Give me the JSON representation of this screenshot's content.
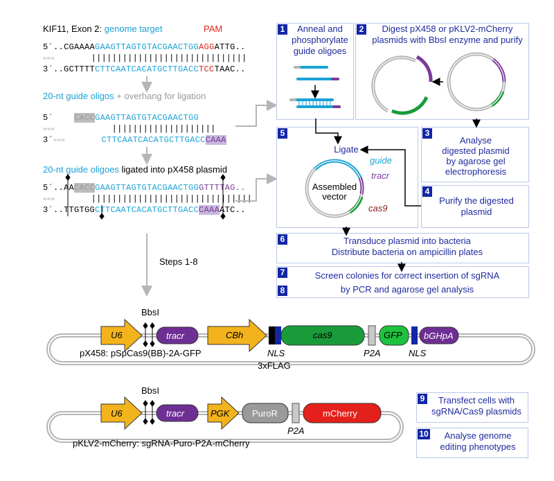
{
  "figure": {
    "gene_label": "KIF11, Exon 2:",
    "genome_target_label": "genome target",
    "pam_label": "PAM",
    "seq1": {
      "top_prefix": "5´..CGAAAA",
      "top_target": "GAAGTTAGTGTACGAACTGG",
      "top_pam": "AGG",
      "top_suffix": "ATTG..",
      "bars": "||||||||||||||||||||||||||||||",
      "bottom_prefix": "3´..GCTTTT",
      "bottom_target": "CTTCAATCACATGCTTGACC",
      "bottom_pam": "TCC",
      "bottom_suffix": "TAAC.."
    },
    "guide_oligos_label": "20-nt guide oligos",
    "overhang_label": "+ overhang for ligation",
    "seq2": {
      "top_prime": "5´",
      "top_overhang": "CACC",
      "top_target": "GAAGTTAGTGTACGAACTGG",
      "bars": "||||||||||||||||||||",
      "bottom_prime": "3´",
      "bottom_target": "CTTCAATCACATGCTTGACC",
      "bottom_overhang": "CAAA"
    },
    "ligated_label_blue": "20-nt guide oligoes",
    "ligated_label_black": "ligated into pX458 plasmid",
    "seq3": {
      "top_prefix": "5´..AA",
      "top_overhang": "CACC",
      "top_target": "GAAGTTAGTGTACGAACTGG",
      "top_purple": "GTTTTAG..",
      "bars": "|||||||||||||||||||||||||||||||",
      "bottom_prefix": "3´..TTGTGG",
      "bottom_target": "CTTCAATCACATGCTTGACC",
      "bottom_overhang": "CAAA",
      "bottom_suffix": "ATC.."
    },
    "steps_label": "Steps 1-8",
    "steps": [
      {
        "num": "1",
        "text": "Anneal and phosphorylate guide oligoes"
      },
      {
        "num": "2",
        "text": "Digest pX458 or pKLV2-mCherry plasmids with BbsI enzyme and purify"
      },
      {
        "num": "3",
        "text": "Analyse digested plasmid by agarose gel electrophoresis"
      },
      {
        "num": "4",
        "text": "Purify the digested plasmid"
      },
      {
        "num": "5",
        "text": "Ligate"
      },
      {
        "num": "6",
        "text": "Transduce plasmid into bacteria Distribute bacteria on ampicillin plates"
      },
      {
        "num": "7",
        "text": "Screen colonies for correct insertion of sgRNA"
      },
      {
        "num": "8",
        "text": "by PCR and agarose gel analysis"
      },
      {
        "num": "9",
        "text": "Transfect cells with sgRNA/Cas9 plasmids"
      },
      {
        "num": "10",
        "text": "Analyse genome editing phenotypes"
      }
    ],
    "step1_lines": [
      "Anneal and",
      "phosphorylate",
      "guide oligoes"
    ],
    "step2_lines": [
      "Digest pX458 or pKLV2-mCherry",
      "plasmids with BbsI enzyme and purify"
    ],
    "step3_lines": [
      "Analyse",
      "digested plasmid",
      "by agarose gel",
      "electrophoresis"
    ],
    "step4_lines": [
      "Purify the digested",
      "plasmid"
    ],
    "step6_lines": [
      "Transduce plasmid into bacteria",
      "Distribute bacteria on ampicillin  plates"
    ],
    "step9_lines": [
      "Transfect cells with",
      "sgRNA/Cas9 plasmids"
    ],
    "step10_lines": [
      "Analyse genome",
      "editing phenotypes"
    ],
    "assembled": {
      "guide": "guide",
      "tracr": "tracr",
      "center1": "Assembled",
      "center2": "vector",
      "cas9": "cas9"
    },
    "px458": {
      "bbsi": "BbsI",
      "u6": "U6",
      "tracr": "tracr",
      "cbh": "CBh",
      "cas9": "cas9",
      "gfp": "GFP",
      "bghpa": "bGHpA",
      "nls1": "NLS",
      "p2a": "P2A",
      "nls2": "NLS",
      "flag": "3xFLAG",
      "name": "pX458: pSpCas9(BB)-2A-GFP"
    },
    "pklv2": {
      "bbsi": "BbsI",
      "u6": "U6",
      "tracr": "tracr",
      "pgk": "PGK",
      "puror": "PuroR",
      "mcherry": "mCherry",
      "p2a": "P2A",
      "name": "pKLV2-mCherry: sgRNA-Puro-P2A-mCherry"
    },
    "colors": {
      "blue": "#1ba2d6",
      "red": "#e0251f",
      "purple": "#7b3b9a",
      "green": "#1a9b3a",
      "navy": "#1226a6",
      "orange": "#f3b31c",
      "grey": "#9a9a9a",
      "mcherry": "#e3201c"
    }
  }
}
